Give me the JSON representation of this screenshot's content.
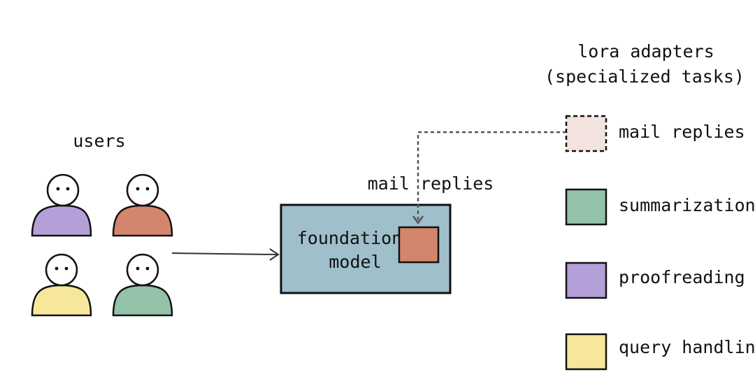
{
  "users": {
    "label": "users",
    "people": [
      {
        "shirt": "#b49fd8"
      },
      {
        "shirt": "#d3856d"
      },
      {
        "shirt": "#f6e79b"
      },
      {
        "shirt": "#93c2a8"
      }
    ]
  },
  "foundation": {
    "label_line1": "foundation",
    "label_line2": "model",
    "fill": "#9fbfcb",
    "active_adapter_fill": "#d3856d",
    "active_adapter_label": "mail replies"
  },
  "adapters": {
    "title_line1": "lora adapters",
    "title_line2": "(specialized tasks)",
    "items": [
      {
        "label": "mail replies",
        "color": "#f2e3df",
        "dashed": true
      },
      {
        "label": "summarization",
        "color": "#93c2a8",
        "dashed": false
      },
      {
        "label": "proofreading",
        "color": "#b49fd8",
        "dashed": false
      },
      {
        "label": "query handling",
        "color": "#f6e79b",
        "dashed": false
      }
    ]
  },
  "colors": {
    "stroke": "#111111",
    "arrow": "#333333",
    "dashed_connector": "#555555"
  }
}
